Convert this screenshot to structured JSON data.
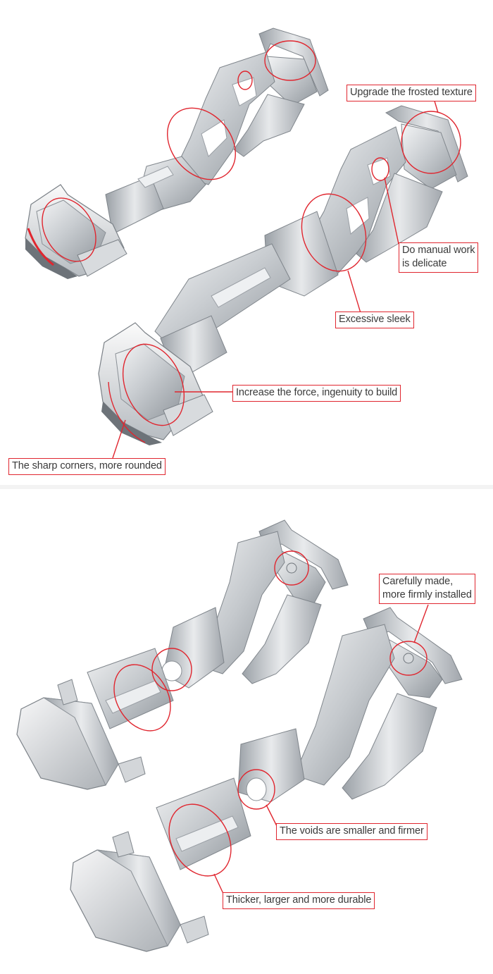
{
  "callouts": {
    "frosted_texture": "Upgrade the frosted texture",
    "manual_work_line1": "Do manual work",
    "manual_work_line2": "is delicate",
    "excessive_sleek": "Excessive sleek",
    "increase_force": "Increase the force, ingenuity to build",
    "sharp_corners": "The sharp corners, more rounded",
    "carefully_made_line1": "Carefully made,",
    "carefully_made_line2": "more firmly installed",
    "voids_smaller": "The voids are smaller and firmer",
    "thicker_larger": "Thicker, larger and more durable"
  },
  "colors": {
    "accent": "#e0262f",
    "steel_light": "#eceef0",
    "steel_mid": "#c3c7cb",
    "steel_dark": "#8d9298",
    "background": "#ffffff"
  }
}
